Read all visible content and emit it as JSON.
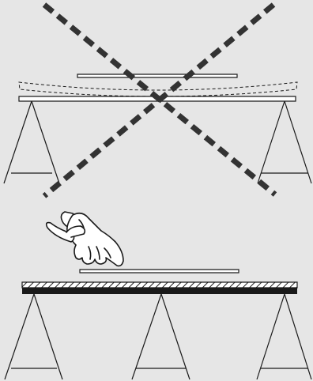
{
  "colors": {
    "background": "#e6e6e6",
    "line": "#1a1a1a",
    "board_fill": "#ffffff",
    "cross": "#333333"
  },
  "panels": [
    {
      "id": "wrong",
      "status": "incorrect",
      "supports": 2,
      "marked_with_cross": true,
      "board_sags": true,
      "icons": [
        "trestle-icon",
        "trestle-icon",
        "cross-mark-icon"
      ]
    },
    {
      "id": "right",
      "status": "correct",
      "supports": 3,
      "marked_with_cross": false,
      "board_sags": false,
      "icons": [
        "hand-pointing-icon",
        "trestle-icon",
        "trestle-icon",
        "trestle-icon"
      ]
    }
  ]
}
